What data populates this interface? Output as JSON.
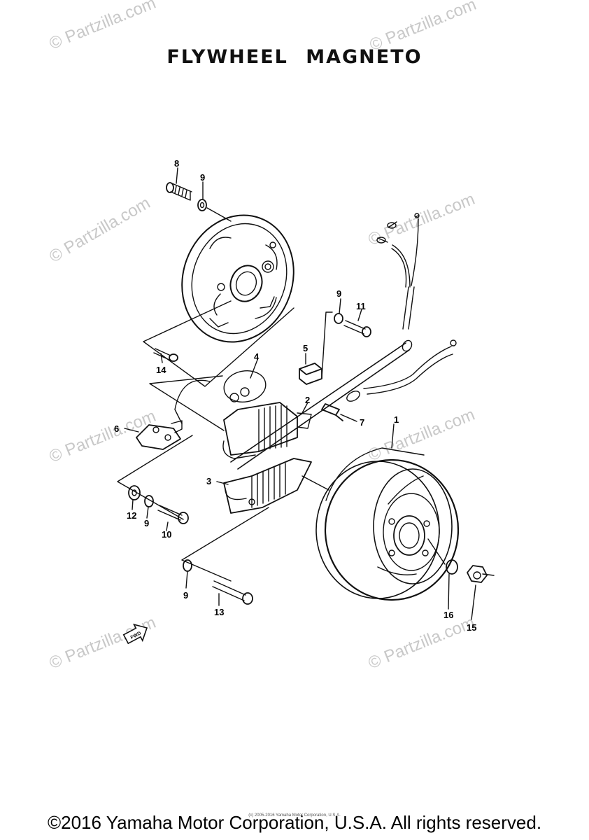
{
  "title": "FLYWHEEL  MAGNETO",
  "watermark": "© Partzilla.com",
  "copyright": "©2016 Yamaha Motor Corporation, U.S.A. All rights reserved.",
  "small_note": "(c) 2005-2016 Yamaha Motor Corporation, U.S.A.",
  "fwd_label": "FWD",
  "callouts": [
    "1",
    "2",
    "3",
    "4",
    "5",
    "6",
    "7",
    "8",
    "9",
    "9",
    "9",
    "9",
    "10",
    "11",
    "12",
    "13",
    "14",
    "15",
    "16"
  ],
  "colors": {
    "ink": "#111111",
    "watermark": "#c8c8c8"
  }
}
